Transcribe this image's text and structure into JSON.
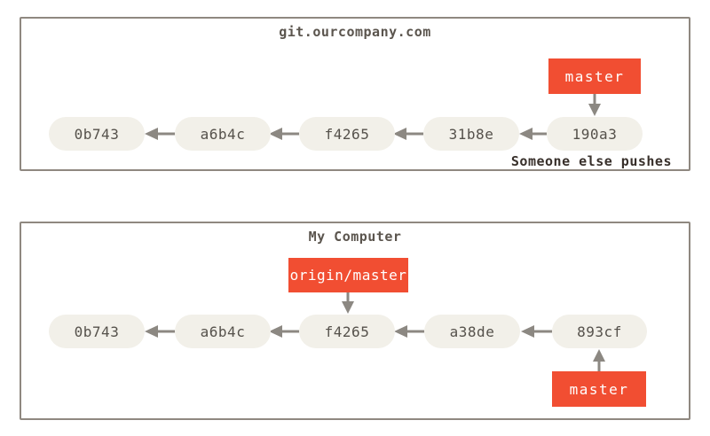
{
  "colors": {
    "background": "#ffffff",
    "panel_border": "#8f8880",
    "pill_fill": "#f2f0e9",
    "pill_text": "#55514b",
    "branch_fill": "#f14e32",
    "branch_text": "#ffffff",
    "arrow": "#8c8882",
    "panel_title_text": "#5b554e",
    "note_text": "#38302b"
  },
  "remote": {
    "title": "git.ourcompany.com",
    "commits": [
      "0b743",
      "a6b4c",
      "f4265",
      "31b8e",
      "190a3"
    ],
    "branch_label": "master",
    "note": "Someone else pushes"
  },
  "local": {
    "title": "My Computer",
    "commits": [
      "0b743",
      "a6b4c",
      "f4265",
      "a38de",
      "893cf"
    ],
    "remote_branch_label": "origin/master",
    "branch_label": "master"
  }
}
